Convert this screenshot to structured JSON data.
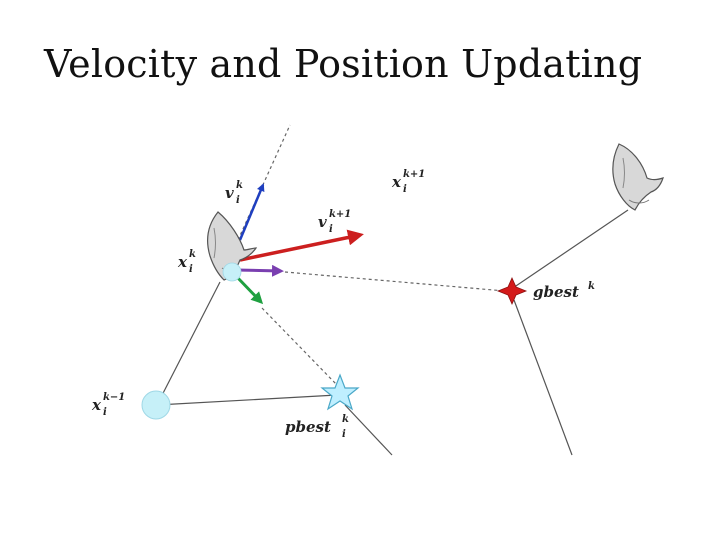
{
  "title": "Velocity and Position Updating",
  "labels": {
    "v_current": {
      "main": "v",
      "sub": "i",
      "sup": "k"
    },
    "v_next": {
      "main": "v",
      "sub": "i",
      "sup": "k+1"
    },
    "x_current": {
      "main": "x",
      "sub": "i",
      "sup": "k"
    },
    "x_next": {
      "main": "x",
      "sub": "i",
      "sup": "k+1"
    },
    "x_previous": {
      "main": "x",
      "sub": "i",
      "sup": "k−1"
    },
    "gbest": {
      "main": "gbest",
      "sup": "k"
    },
    "pbest": {
      "main": "pbest",
      "sub": "i",
      "sup": "k"
    }
  },
  "colors": {
    "v_current": "#1f3fbf",
    "v_next": "#cc1f1f",
    "inertia": "#7a3fb0",
    "cognitive": "#1fa040",
    "gbest_marker": "#d41a1a",
    "pbest_marker": "#bfefff",
    "previous_marker": "#c6f0f8",
    "line": "#555555"
  },
  "icons": [
    "dove-icon",
    "star-icon",
    "four-point-star-icon",
    "circle-icon"
  ]
}
